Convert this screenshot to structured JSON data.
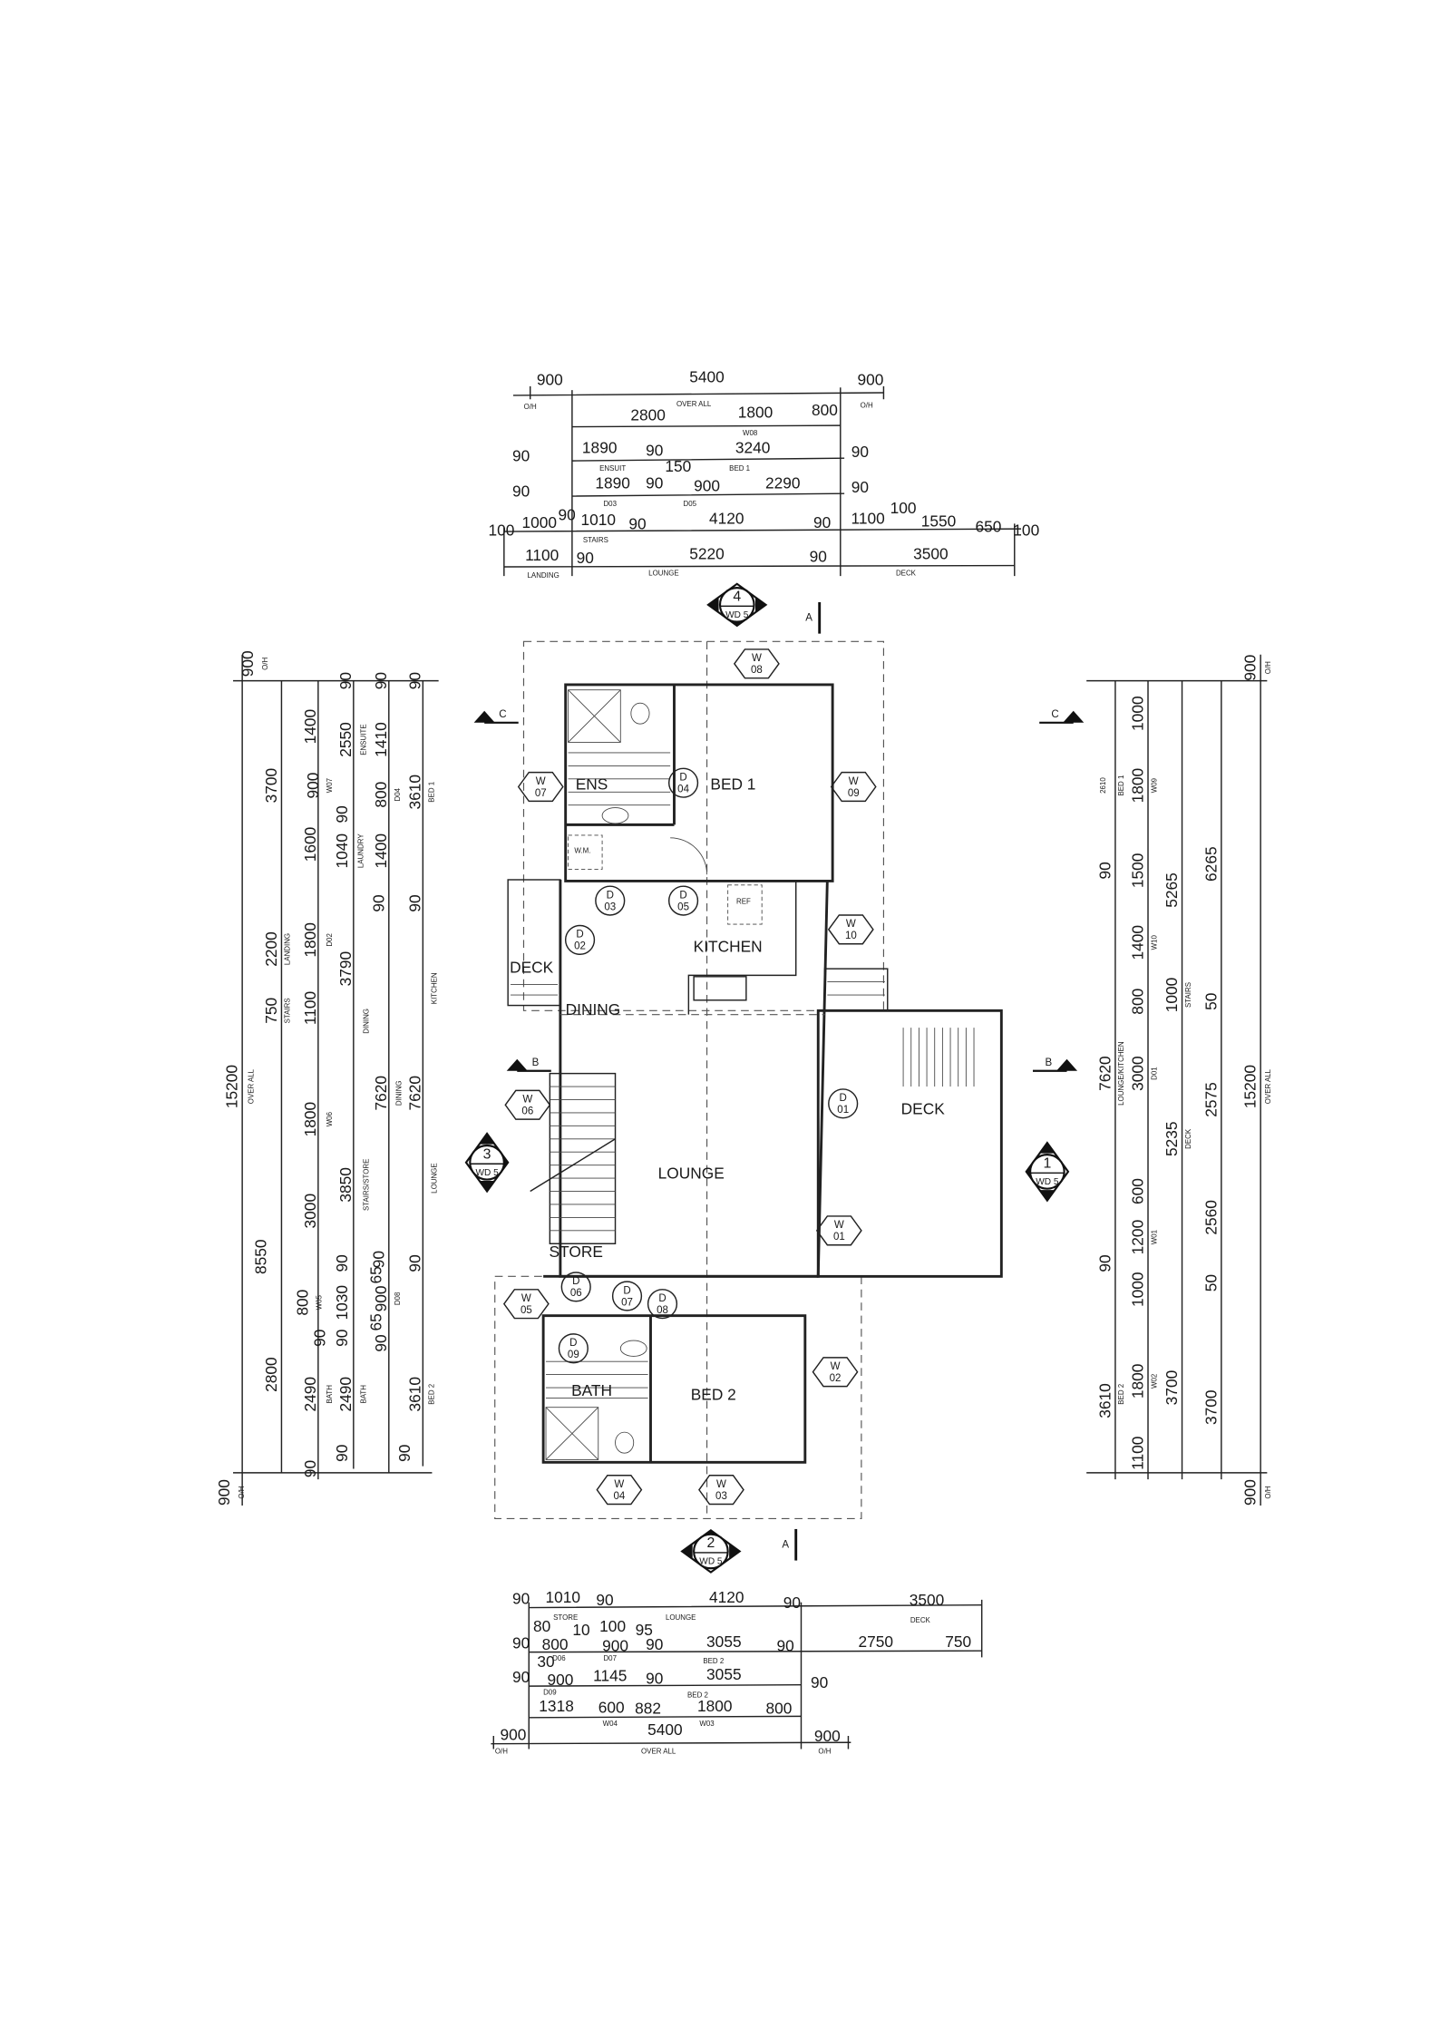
{
  "top_dims": {
    "values": [
      "900",
      "5400",
      "900",
      "2800",
      "1800",
      "800",
      "90",
      "1890",
      "90",
      "3240",
      "90",
      "90",
      "1890",
      "90",
      "150",
      "900",
      "2290",
      "90",
      "100",
      "1000",
      "90",
      "1010",
      "90",
      "4120",
      "90",
      "1100",
      "100",
      "1550",
      "650",
      "100",
      "1100",
      "90",
      "5220",
      "90",
      "3500"
    ],
    "labels": [
      "O/H",
      "OVER ALL",
      "O/H",
      "W08",
      "ENSUIT",
      "BED 1",
      "D03",
      "D05",
      "STAIRS",
      "LANDING",
      "LOUNGE",
      "DECK"
    ]
  },
  "bottom_dims": {
    "values": [
      "90",
      "1010",
      "90",
      "4120",
      "90",
      "3500",
      "80",
      "10",
      "100",
      "95",
      "90",
      "800",
      "900",
      "90",
      "3055",
      "90",
      "2750",
      "750",
      "30",
      "90",
      "900",
      "1145",
      "90",
      "3055",
      "90",
      "1318",
      "600",
      "882",
      "1800",
      "800",
      "900",
      "5400",
      "900"
    ],
    "labels": [
      "STORE",
      "LOUNGE",
      "DECK",
      "D06",
      "D07",
      "BED 2",
      "D09",
      "BED 2",
      "W04",
      "W03",
      "O/H",
      "OVER ALL",
      "O/H"
    ]
  },
  "left_dims": {
    "values": [
      "15200",
      "900",
      "900",
      "3700",
      "2200",
      "750",
      "8550",
      "2800",
      "1400",
      "900",
      "1600",
      "1800",
      "1100",
      "1800",
      "3000",
      "800",
      "90",
      "2490",
      "90",
      "90",
      "2550",
      "90",
      "1040",
      "3790",
      "3850",
      "90",
      "1030",
      "90",
      "2490",
      "90",
      "90",
      "1410",
      "800",
      "1400",
      "90",
      "7620",
      "90",
      "65",
      "900",
      "65",
      "90",
      "90",
      "3610",
      "90",
      "7620",
      "90",
      "3610",
      "90"
    ],
    "labels": [
      "OVER ALL",
      "O/H",
      "O/H",
      "LANDING",
      "STAIRS",
      "W07",
      "D02",
      "W06",
      "W05",
      "BATH",
      "ENSUITE",
      "LAUNDRY",
      "DINING",
      "STAIRS/STORE",
      "BATH",
      "D04",
      "DINING",
      "D08",
      "BED 1",
      "KITCHEN",
      "LOUNGE",
      "BED 2"
    ]
  },
  "right_dims": {
    "values": [
      "2610",
      "90",
      "7620",
      "90",
      "3610",
      "1000",
      "1800",
      "1500",
      "1400",
      "800",
      "3000",
      "600",
      "1200",
      "1000",
      "1800",
      "1100",
      "5265",
      "1000",
      "5235",
      "3700",
      "6265",
      "50",
      "2575",
      "2560",
      "50",
      "3700",
      "900",
      "15200",
      "900"
    ],
    "labels": [
      "BED 1",
      "LOUNGE/KITCHEN",
      "BED 2",
      "W09",
      "W10",
      "D01",
      "W01",
      "W02",
      "STAIRS",
      "DECK",
      "O/H",
      "OVER ALL",
      "O/H"
    ]
  },
  "rooms": [
    "BED 1",
    "ENS",
    "KITCHEN",
    "DECK",
    "DINING",
    "LOUNGE",
    "DECK",
    "STORE",
    "BATH",
    "BED 2",
    "W.M.",
    "REF"
  ],
  "tags": [
    {
      "k": "W",
      "n": "08"
    },
    {
      "k": "W",
      "n": "07"
    },
    {
      "k": "D",
      "n": "04"
    },
    {
      "k": "W",
      "n": "09"
    },
    {
      "k": "D",
      "n": "03"
    },
    {
      "k": "D",
      "n": "05"
    },
    {
      "k": "D",
      "n": "02"
    },
    {
      "k": "W",
      "n": "10"
    },
    {
      "k": "W",
      "n": "06"
    },
    {
      "k": "D",
      "n": "01"
    },
    {
      "k": "W",
      "n": "01"
    },
    {
      "k": "W",
      "n": "05"
    },
    {
      "k": "D",
      "n": "06"
    },
    {
      "k": "D",
      "n": "07"
    },
    {
      "k": "D",
      "n": "08"
    },
    {
      "k": "D",
      "n": "09"
    },
    {
      "k": "W",
      "n": "02"
    },
    {
      "k": "W",
      "n": "04"
    },
    {
      "k": "W",
      "n": "03"
    }
  ],
  "view_markers": [
    {
      "num": "4",
      "sheet": "WD 5"
    },
    {
      "num": "3",
      "sheet": "WD 5"
    },
    {
      "num": "1",
      "sheet": "WD 5"
    },
    {
      "num": "2",
      "sheet": "WD 5"
    }
  ],
  "section_markers": [
    "C",
    "C",
    "B",
    "B",
    "A",
    "A"
  ]
}
